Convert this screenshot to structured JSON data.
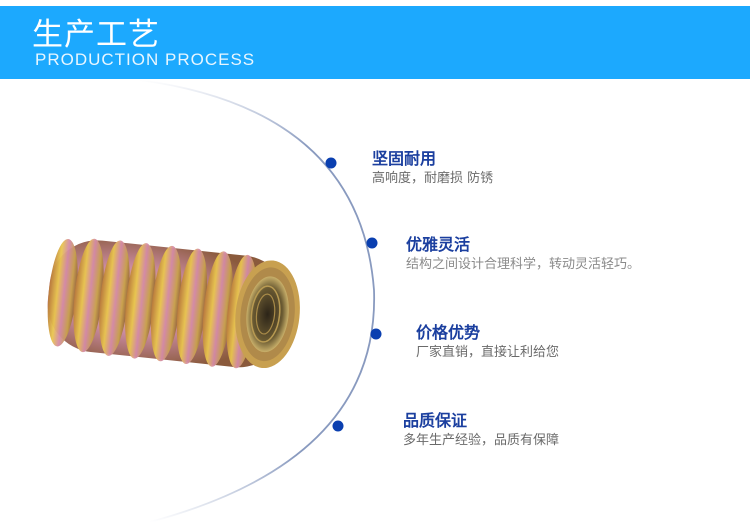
{
  "banner": {
    "title_cn": "生产工艺",
    "title_en": "PRODUCTION PROCESS",
    "background": "#1CA9FE"
  },
  "product": {
    "name": "threaded-insert-nut",
    "colors": [
      "#d9a25a",
      "#c77a9a",
      "#e3c24a",
      "#8c5a3a"
    ]
  },
  "features": [
    {
      "title": "坚固耐用",
      "desc": "高响度，耐磨损 防锈"
    },
    {
      "title": "优雅灵活",
      "desc": "结构之间设计合理科学，转动灵活轻巧。"
    },
    {
      "title": "价格优势",
      "desc": "厂家直销，直接让利给您"
    },
    {
      "title": "品质保证",
      "desc": "多年生产经验，品质有保障"
    }
  ],
  "accent": {
    "title_color": "#1B3F9F",
    "dot_color": "#0A3FB0",
    "arc_color": "#7C8FB8"
  }
}
